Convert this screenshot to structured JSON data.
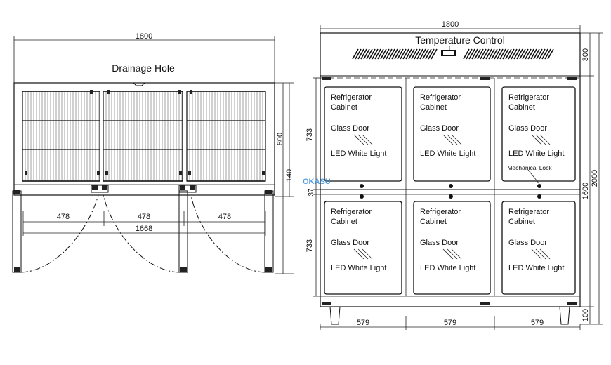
{
  "top_view": {
    "width": "1800",
    "drainage_label": "Drainage Hole",
    "depth": "800",
    "door_depth": "140",
    "sections": [
      "478",
      "478",
      "478"
    ],
    "inner_width": "1668"
  },
  "front_view": {
    "width": "1800",
    "temp_label": "Temperature Control",
    "heights_right": [
      "300",
      "1600",
      "100"
    ],
    "overall_height": "2000",
    "heights_left": [
      "733",
      "37",
      "733"
    ],
    "bottom_widths": [
      "579",
      "579",
      "579"
    ],
    "cells": [
      {
        "title1": "Refrigerator",
        "title2": "Cabinet",
        "door": "Glass Door",
        "light": "LED White Light"
      },
      {
        "title1": "Refrigerator",
        "title2": "Cabinet",
        "door": "Glass Door",
        "light": "LED White Light"
      },
      {
        "title1": "Refrigerator",
        "title2": "Cabinet",
        "door": "Glass Door",
        "light": "LED White Light"
      },
      {
        "title1": "Refrigerator",
        "title2": "Cabinet",
        "door": "Glass Door",
        "light": "LED White Light"
      },
      {
        "title1": "Refrigerator",
        "title2": "Cabinet",
        "door": "Glass Door",
        "light": "LED White Light"
      },
      {
        "title1": "Refrigerator",
        "title2": "Cabinet",
        "door": "Glass Door",
        "light": "LED White Light"
      }
    ],
    "lock_label": "Mechanical Lock"
  },
  "watermark": "OKASU"
}
